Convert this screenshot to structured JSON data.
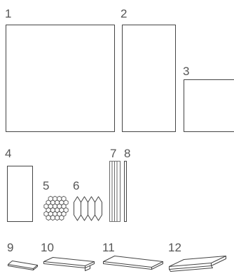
{
  "labels": {
    "l1": "1",
    "l2": "2",
    "l3": "3",
    "l4": "4",
    "l5": "5",
    "l6": "6",
    "l7": "7",
    "l8": "8",
    "l9": "9",
    "l10": "10",
    "l11": "11",
    "l12": "12"
  },
  "colors": {
    "stroke": "#444444",
    "label": "#555555",
    "background": "#ffffff"
  }
}
